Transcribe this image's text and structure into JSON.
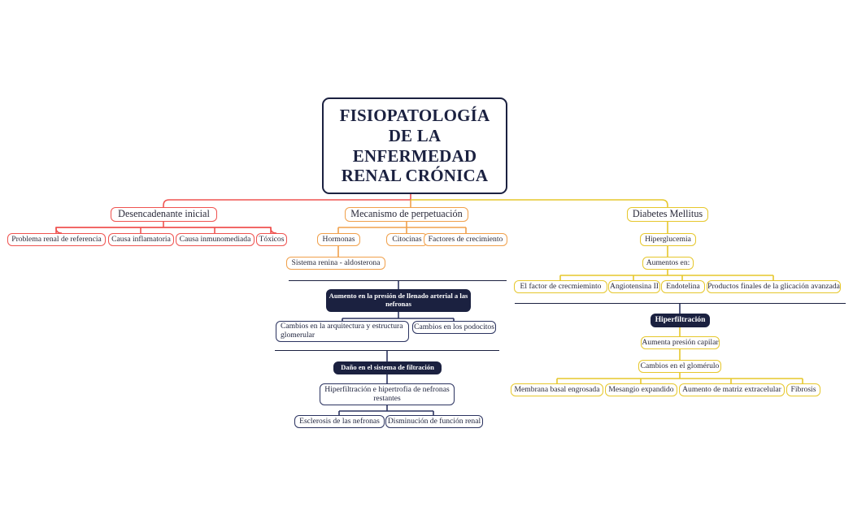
{
  "diagram": {
    "title": "FISIOPATOLOGÍA DE LA ENFERMEDAD RENAL CRÓNICA",
    "type": "mind-map",
    "colors": {
      "root": "#1b2140",
      "branch_red": "#ef5350",
      "branch_orange": "#f0a04b",
      "branch_yellow": "#e6c72c",
      "branch_navy": "#2b3360",
      "dark_fill": "#1b2140",
      "background": "#ffffff"
    }
  },
  "root": {
    "line1": "FISIOPATOLOGÍA",
    "line2": "DE LA",
    "line3": "ENFERMEDAD",
    "line4": "RENAL CRÓNICA"
  },
  "branches": {
    "left": {
      "title": "Desencadenante inicial",
      "children": [
        "Problema renal de referencia",
        "Causa inflamatoria",
        "Causa inmunomediada",
        "Tóxicos"
      ]
    },
    "middle": {
      "title": "Mecanismo de perpetuación",
      "children": [
        "Hormonas",
        "Citocinas",
        "Factores de crecimiento"
      ],
      "hormonas_child": "Sistema renina - aldosterona"
    },
    "right": {
      "title": "Diabetes Mellitus",
      "child_1": "Hiperglucemia",
      "child_2": "Aumentos en:",
      "aumentos": [
        "El factor de crecmieminto",
        "Angiotensina II",
        "Endotelina",
        "Productos finales de la glicación avanzada"
      ]
    }
  },
  "sections": {
    "middle_block_1": {
      "header": "Aumento en la presión de llenado arterial a las nefronas",
      "children": [
        "Cambios en la arquitectura y estructura glomerular",
        "Cambios en los podocitos"
      ]
    },
    "middle_block_2": {
      "header": "Daño en el sistema de filtración",
      "child": "Hiperfiltración e hipertrofia de nefronas restantes",
      "grandchildren": [
        "Esclerosis de las nefronas",
        "Disminución de función renal"
      ]
    },
    "right_block": {
      "header": "Hiperfiltración",
      "child_1": "Aumenta presión capilar",
      "child_2": "Cambios en el glomérulo",
      "grandchildren": [
        "Membrana basal engrosada",
        "Mesangio expandido",
        "Aumento de matriz extracelular",
        "Fibrosis"
      ]
    }
  }
}
